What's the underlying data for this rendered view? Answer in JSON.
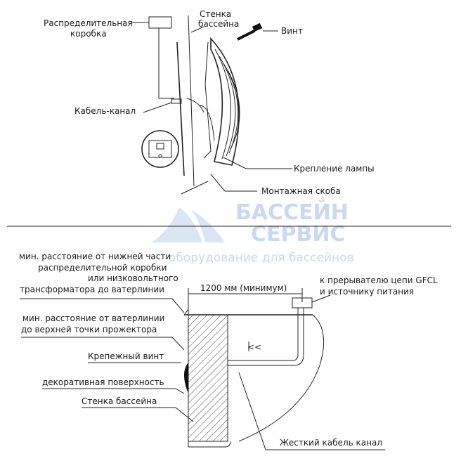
{
  "watermark": {
    "line1": "БАССЕЙН",
    "line2": "СЕРВИС",
    "line3": "оборудование для бассейнов",
    "color": "#c9d9ee"
  },
  "top_diagram": {
    "labels": {
      "junction_box": [
        "Распределительная",
        "коробка"
      ],
      "pool_wall": [
        "Стенка",
        "бассейна"
      ],
      "screw": "Винт",
      "cable_channel": "Кабель-канал",
      "lamp_mount": "Крепление лампы",
      "mounting_bracket": "Монтажная скоба"
    }
  },
  "bottom_diagram": {
    "labels": {
      "min_box_distance": [
        "мин. расстояние от нижней части",
        "распределительной коробки",
        "или низковольтного",
        "трансформатора до ватерлинии"
      ],
      "min_spot_distance": [
        "мин. расстояние от ватерлинии",
        "до верхней точки прожектора"
      ],
      "mount_screw": "Крепежный винт",
      "decor_surface": "декоративная поверхность",
      "pool_wall": "Стенка бассейна",
      "gfcl": [
        "к прерывателю цепи GFCL",
        "и источнику питания"
      ],
      "dimension": "1200 мм (минимум)",
      "rigid_cable": "Жесткий кабель канал"
    }
  }
}
